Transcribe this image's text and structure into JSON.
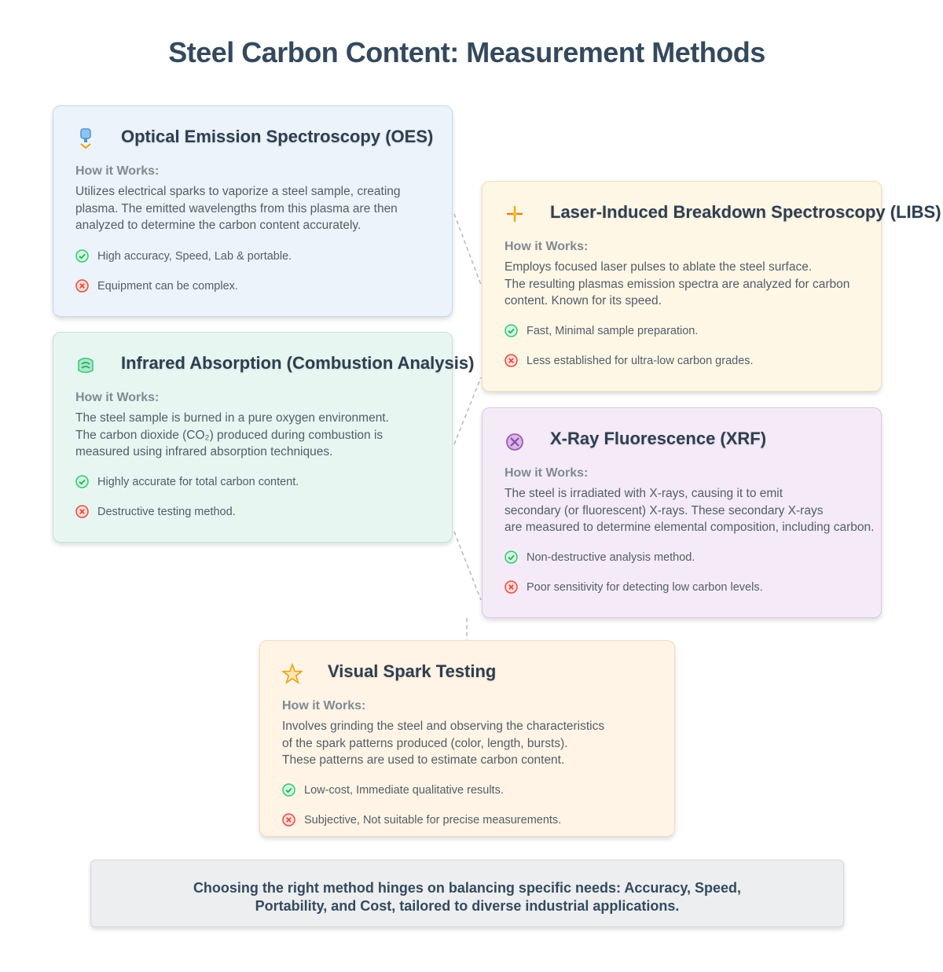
{
  "title": "Steel Carbon Content: Measurement Methods",
  "how_label": "How it Works:",
  "methods": {
    "oes": {
      "title": "Optical Emission Spectroscopy (OES)",
      "icon": "spectrometer-icon",
      "desc": [
        "Utilizes electrical sparks to vaporize a steel sample, creating",
        "plasma. The emitted wavelengths from this plasma are then",
        "analyzed to determine the carbon content accurately."
      ],
      "pro": "High accuracy, Speed, Lab & portable.",
      "con": "Equipment can be complex."
    },
    "ir": {
      "title": "Infrared Absorption (Combustion Analysis)",
      "icon": "combustion-icon",
      "desc": [
        "The steel sample is burned in a pure oxygen environment.",
        "The carbon dioxide (CO₂) produced during combustion is",
        "measured using infrared absorption techniques."
      ],
      "pro": "Highly accurate for total carbon content.",
      "con": "Destructive testing method."
    },
    "libs": {
      "title": "Laser-Induced Breakdown Spectroscopy (LIBS)",
      "icon": "laser-icon",
      "desc": [
        "Employs focused laser pulses to ablate the steel surface.",
        "The resulting plasmas emission spectra are analyzed for carbon",
        "content. Known for its speed."
      ],
      "pro": "Fast, Minimal sample preparation.",
      "con": "Less established for ultra-low carbon grades."
    },
    "xrf": {
      "title": "X-Ray Fluorescence (XRF)",
      "icon": "xray-icon",
      "desc": [
        "The steel is irradiated with X-rays, causing it to emit",
        "secondary (or fluorescent) X-rays. These secondary X-rays",
        "are measured to determine elemental composition, including carbon."
      ],
      "pro": "Non-destructive analysis method.",
      "con": "Poor sensitivity for detecting low carbon levels."
    },
    "vst": {
      "title": "Visual Spark Testing",
      "icon": "star-icon",
      "desc": [
        "Involves grinding the steel and observing the characteristics",
        "of the spark patterns produced (color, length, bursts).",
        "These patterns are used to estimate carbon content."
      ],
      "pro": "Low-cost, Immediate qualitative results.",
      "con": "Subjective, Not suitable for precise measurements."
    }
  },
  "summary": [
    "Choosing the right method hinges on balancing specific needs: Accuracy, Speed,",
    "Portability, and Cost, tailored to diverse industrial applications."
  ],
  "colors": {
    "pro": "#2ecc71",
    "con": "#e74c3c",
    "title": "#34495e",
    "connector": "#b8bec4"
  }
}
